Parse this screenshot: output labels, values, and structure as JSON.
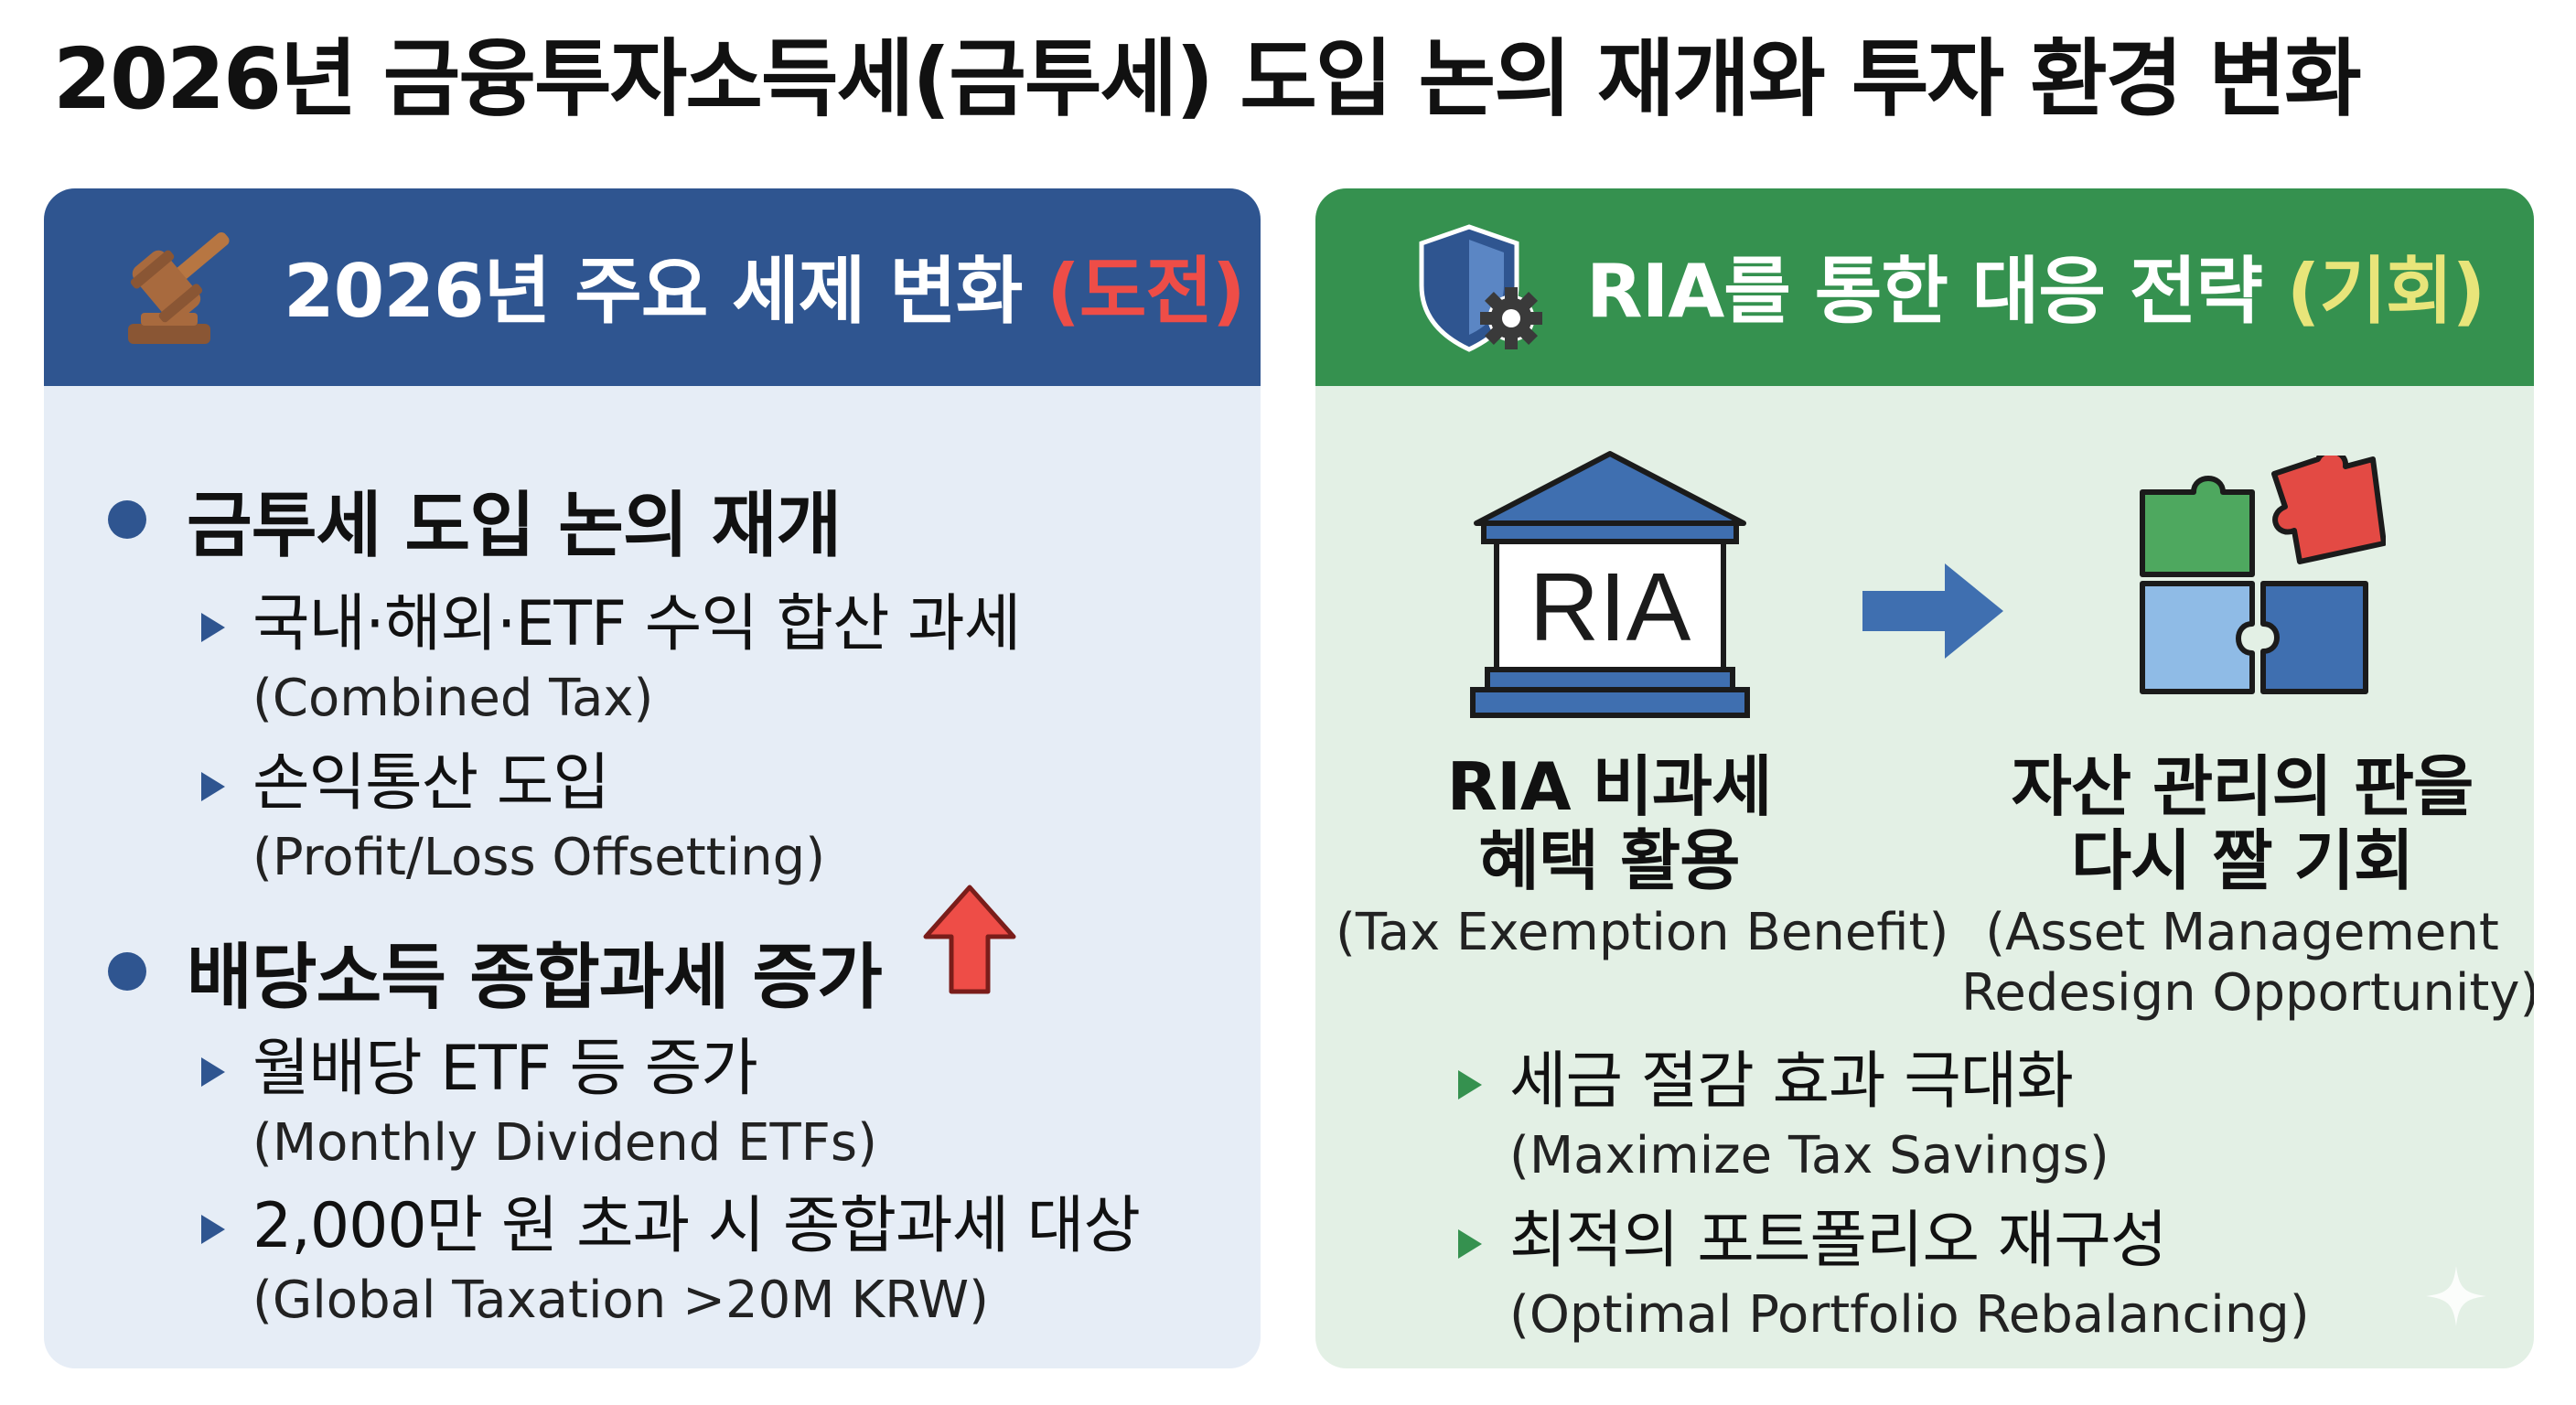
{
  "title": "2026년 금융투자소득세(금투세) 도입 논의 재개와 투자 환경 변화",
  "left": {
    "header_icon": "gavel-icon",
    "header_main": "2026년 주요 세제 변화 ",
    "header_tag": "(도전)",
    "sections": [
      {
        "label": "금투세 도입 논의 재개",
        "items": [
          {
            "ko": "국내·해외·ETF 수익 합산 과세",
            "en": "(Combined Tax)"
          },
          {
            "ko": "손익통산 도입",
            "en": "(Profit/Loss Offsetting)"
          }
        ]
      },
      {
        "label": "배당소득 종합과세 증가",
        "icon": "up-arrow-icon",
        "items": [
          {
            "ko": "월배당 ETF 등 증가",
            "en": "(Monthly Dividend ETFs)"
          },
          {
            "ko": "2,000만 원 초과 시 종합과세 대상",
            "en": "(Global Taxation >20M KRW)"
          }
        ]
      }
    ]
  },
  "right": {
    "header_icon": "shield-gear-icon",
    "header_main": "RIA를 통한 대응 전략 ",
    "header_tag": "(기회)",
    "bank_icon_label": "RIA",
    "left_caption": {
      "line1": "RIA 비과세",
      "line2": "혜택 활용",
      "en": "(Tax Exemption Benefit)"
    },
    "right_caption": {
      "line1": "자산 관리의 판을",
      "line2": "다시 짤 기회",
      "en1": "(Asset Management",
      "en2": "Redesign Opportunity)"
    },
    "items": [
      {
        "ko": "세금 절감 효과 극대화",
        "en": "(Maximize Tax Savings)"
      },
      {
        "ko": "최적의 포트폴리오 재구성",
        "en": "(Optimal Portfolio Rebalancing)"
      }
    ]
  },
  "colors": {
    "left_header": "#2f5590",
    "right_header": "#35914f",
    "left_panel_bg": "#e6edf6",
    "right_panel_bg": "#e3f0e5",
    "challenge_red": "#ee4d47",
    "opportunity_yellow": "#e8e57a"
  }
}
